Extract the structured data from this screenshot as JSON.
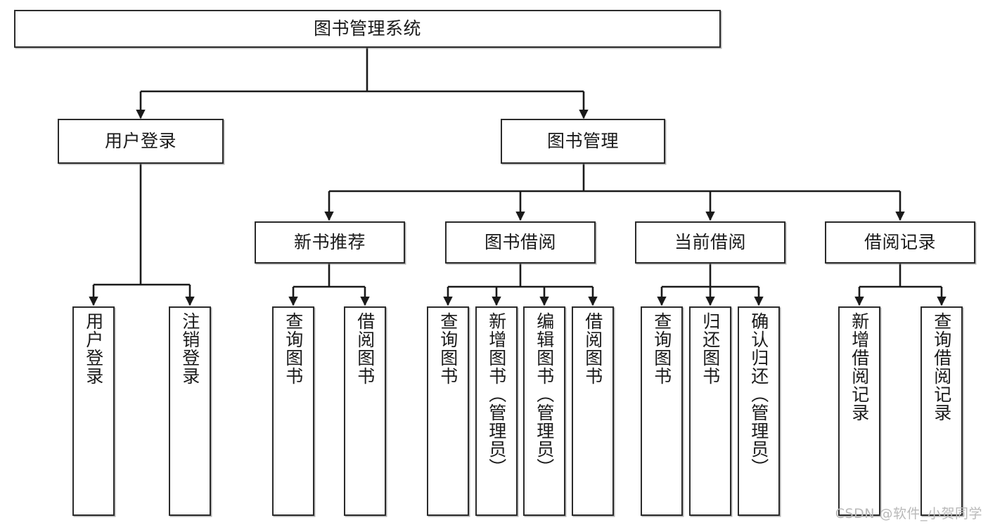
{
  "diagram": {
    "title": "图书管理系统",
    "type": "tree-hierarchy-chart",
    "watermark": "CSDN @软件_小贺同学",
    "colors": {
      "box_border": "#2b2b2b",
      "box_fill": "#ffffff",
      "edge": "#1a1a1a",
      "watermark": "#b9b9b9",
      "background": "#ffffff"
    },
    "root": {
      "label": "图书管理系统"
    },
    "level2": [
      {
        "id": "user-login",
        "label": "用户登录"
      },
      {
        "id": "book-management",
        "label": "图书管理"
      }
    ],
    "level3": [
      {
        "id": "new-book-recommend",
        "label": "新书推荐",
        "parent": "book-management"
      },
      {
        "id": "book-borrow",
        "label": "图书借阅",
        "parent": "book-management"
      },
      {
        "id": "current-borrow",
        "label": "当前借阅",
        "parent": "book-management"
      },
      {
        "id": "borrow-record",
        "label": "借阅记录",
        "parent": "book-management"
      }
    ],
    "leaves": {
      "user_login": [
        {
          "id": "leaf-user-login",
          "label": "用户登录"
        },
        {
          "id": "leaf-user-logout",
          "label": "注销登录"
        }
      ],
      "new_book_recommend": [
        {
          "id": "leaf-query-book-1",
          "label": "查询图书"
        },
        {
          "id": "leaf-borrow-book-1",
          "label": "借阅图书"
        }
      ],
      "book_borrow": [
        {
          "id": "leaf-query-book-2",
          "label": "查询图书"
        },
        {
          "id": "leaf-add-book",
          "label": "新增图书（管理员）"
        },
        {
          "id": "leaf-edit-book",
          "label": "编辑图书（管理员）"
        },
        {
          "id": "leaf-borrow-book-2",
          "label": "借阅图书"
        }
      ],
      "current_borrow": [
        {
          "id": "leaf-query-book-3",
          "label": "查询图书"
        },
        {
          "id": "leaf-return-book",
          "label": "归还图书"
        },
        {
          "id": "leaf-confirm-return",
          "label": "确认归还（管理员）"
        }
      ],
      "borrow_record": [
        {
          "id": "leaf-add-borrow-record",
          "label": "新增借阅记录"
        },
        {
          "id": "leaf-query-borrow-record",
          "label": "查询借阅记录"
        }
      ]
    }
  }
}
